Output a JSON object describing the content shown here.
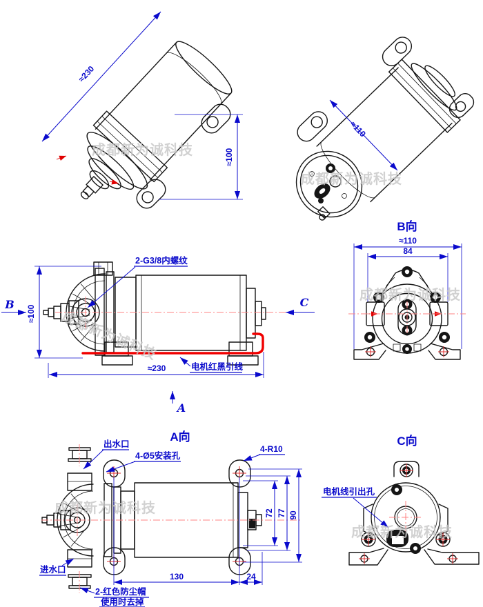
{
  "watermark": "成都新为诚科技",
  "colors": {
    "line": "#151515",
    "dimension_blue": "#0a0acc",
    "centerline_red": "#ff8383",
    "wire_red": "#f00000",
    "watermark_gray": "#c6c6c6"
  },
  "iso_front": {
    "dim_length": "≈230",
    "dim_height": "≈100"
  },
  "iso_rear": {
    "dim_width": "≈110"
  },
  "side_view": {
    "label_b": "B",
    "label_c": "C",
    "label_a": "A",
    "dim_height": "≈100",
    "dim_length": "≈230",
    "note_thread": "2-G3/8内螺纹",
    "note_wire": "电机红黑引线"
  },
  "view_b": {
    "title": "B向",
    "dim_outer": "≈110",
    "dim_bolt_span": "84"
  },
  "view_a": {
    "title": "A向",
    "note_outlet": "出水口",
    "note_mount": "4-Ø5安装孔",
    "note_lug_radius": "4-R10",
    "note_inlet": "进水口",
    "note_cap_line1": "2-红色防尘帽",
    "note_cap_line2": "使用时去掉",
    "dim_hole_span": "130",
    "dim_motor_end": "24",
    "dim_72": "72",
    "dim_77": "77",
    "dim_90": "90"
  },
  "view_c": {
    "title": "C向",
    "note_wire_hole": "电机线引出孔"
  }
}
